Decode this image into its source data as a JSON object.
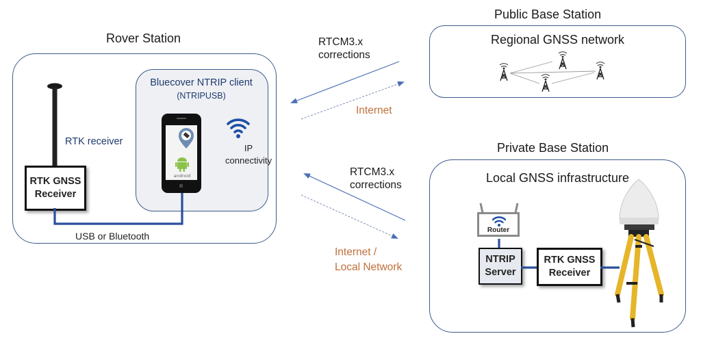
{
  "rover": {
    "title": "Rover Station",
    "rtk_receiver_label": "RTK receiver",
    "rtk_box_line1": "RTK GNSS",
    "rtk_box_line2": "Receiver",
    "client_title": "Bluecover NTRIP client",
    "client_subtitle": "(NTRIPUSB)",
    "ip_line1": "IP",
    "ip_line2": "connectivity",
    "link_label": "USB or Bluetooth",
    "phone_os_text": "android"
  },
  "public_link": {
    "corrections_line1": "RTCM3.x",
    "corrections_line2": "corrections",
    "network_label": "Internet"
  },
  "private_link": {
    "corrections_line1": "RTCM3.x",
    "corrections_line2": "corrections",
    "network_line1": "Internet /",
    "network_line2": "Local Network"
  },
  "public_base": {
    "title": "Public Base Station",
    "network_title": "Regional GNSS network"
  },
  "private_base": {
    "title": "Private Base Station",
    "infra_title": "Local GNSS infrastructure",
    "router_label": "Router",
    "ntrip_line1": "NTRIP",
    "ntrip_line2": "Server",
    "rtk_line1": "RTK GNSS",
    "rtk_line2": "Receiver"
  },
  "colors": {
    "panel_border": "#3e5a8a",
    "connector": "#2a4f9a",
    "label_navy": "#1f3a6e",
    "label_orange": "#c0703c",
    "arrow": "#4a6fb5"
  }
}
